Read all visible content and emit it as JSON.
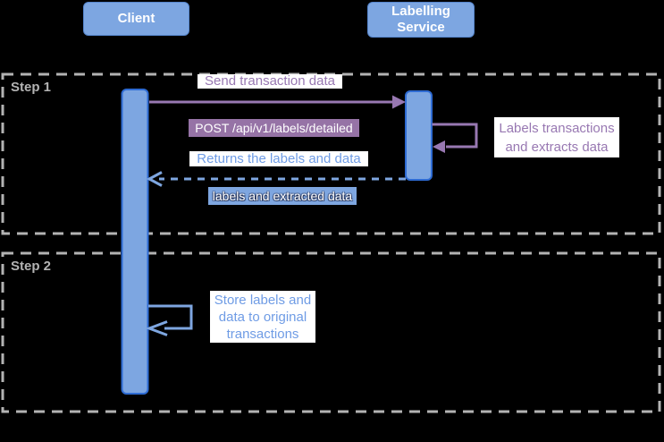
{
  "actors": {
    "client": "Client",
    "service": "Labelling Service"
  },
  "frames": {
    "step1": "Step 1",
    "step2": "Step 2"
  },
  "messages": {
    "send_transaction": "Send transaction data",
    "post_endpoint": "POST /api/v1/labels/detailed",
    "returns_labels": "Returns the labels and data",
    "labels_payload": "labels and extracted data",
    "service_self_note": "Labels transactions and extracts data",
    "client_self_note": "Store labels and data to original transactions"
  },
  "colors": {
    "background": "#000000",
    "actor_fill": "#7da6e1",
    "actor_border": "#5585cc",
    "activation_fill": "#7da6e1",
    "activation_border": "#2e6bd3",
    "purple_arrow": "#9878b2",
    "purple_badge_bg": "#9673a6",
    "blue_arrow": "#7ea6e0",
    "blue_text": "#6f9ce5",
    "frame_gray": "#b3b3b3",
    "label_bg": "#ffffff"
  }
}
